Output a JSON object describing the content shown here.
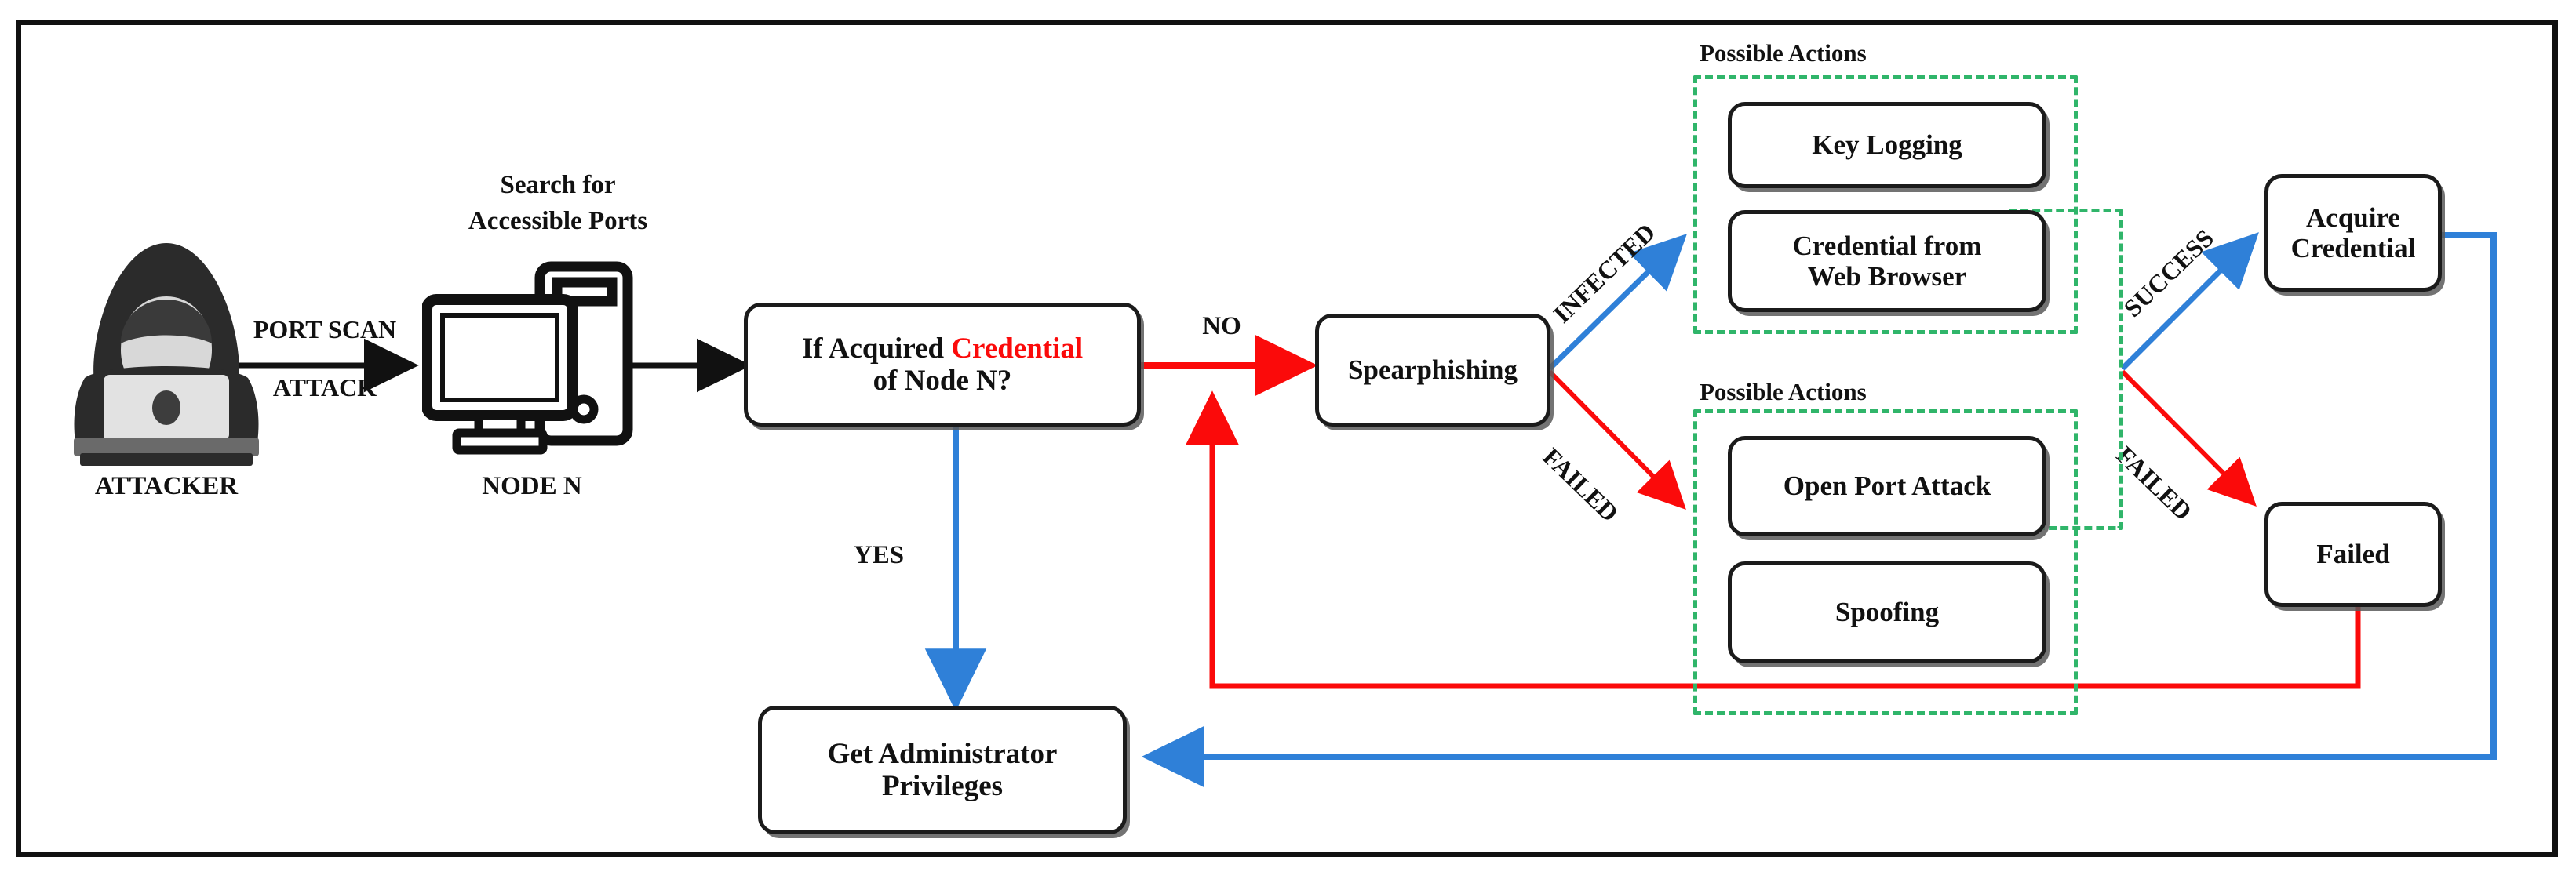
{
  "diagram": {
    "title": "Attacker lateral movement / credential acquisition flowchart",
    "colors": {
      "red": "#fb0a0a",
      "blue": "#2f80d8",
      "green_dashed": "#30b56a",
      "black": "#111111",
      "box_border": "#1b1b1b"
    }
  },
  "icons": {
    "attacker": {
      "name": "hacker-icon",
      "label": "ATTACKER"
    },
    "node": {
      "name": "desktop-computer-icon",
      "label": "NODE N"
    }
  },
  "labels": {
    "port_scan_line1": "PORT SCAN",
    "port_scan_line2": "ATTACK",
    "search_ports_line1": "Search for",
    "search_ports_line2": "Accessible Ports",
    "yes": "YES",
    "no": "NO",
    "infected": "INFECTED",
    "failed_branch": "FAILED",
    "success": "SUCCESS",
    "failed_right": "FAILED",
    "possible_actions": "Possible Actions"
  },
  "nodes": {
    "decision": {
      "text_prefix": "If Acquired ",
      "text_highlight": "Credential",
      "text_suffix": "of  Node N?"
    },
    "spearphishing": {
      "label": "Spearphishing"
    },
    "key_logging": {
      "label": "Key Logging"
    },
    "credential_web_browser": {
      "line1": "Credential from",
      "line2": "Web Browser"
    },
    "open_port_attack": {
      "label": "Open Port Attack"
    },
    "spoofing": {
      "label": "Spoofing"
    },
    "acquire_credential": {
      "line1": "Acquire",
      "line2": "Credential"
    },
    "failed": {
      "label": "Failed"
    },
    "get_admin": {
      "line1": "Get Administrator",
      "line2": "Privileges"
    }
  },
  "groups": {
    "upper": {
      "title": "Possible Actions",
      "members": [
        "Key Logging",
        "Credential from Web Browser"
      ]
    },
    "lower": {
      "title": "Possible Actions",
      "members": [
        "Open Port Attack",
        "Spoofing"
      ]
    }
  },
  "flow": {
    "edges": [
      {
        "from": "ATTACKER",
        "to": "NODE N",
        "label": "PORT SCAN ATTACK",
        "color": "black"
      },
      {
        "from": "NODE N",
        "to": "If Acquired Credential of Node N?",
        "label": "",
        "color": "black"
      },
      {
        "from": "If Acquired Credential of Node N?",
        "to": "Spearphishing",
        "label": "NO",
        "color": "red"
      },
      {
        "from": "If Acquired Credential of Node N?",
        "to": "Get Administrator Privileges",
        "label": "YES",
        "color": "blue"
      },
      {
        "from": "Spearphishing",
        "to": "Possible Actions (upper)",
        "label": "INFECTED",
        "color": "blue"
      },
      {
        "from": "Spearphishing",
        "to": "Possible Actions (lower)",
        "label": "FAILED",
        "color": "red"
      },
      {
        "from": "Possible Actions",
        "to": "Acquire Credential",
        "label": "SUCCESS",
        "color": "blue"
      },
      {
        "from": "Possible Actions",
        "to": "Failed",
        "label": "FAILED",
        "color": "red"
      },
      {
        "from": "Failed",
        "to": "Spearphishing",
        "label": "",
        "color": "red"
      },
      {
        "from": "Acquire Credential",
        "to": "Get Administrator Privileges",
        "label": "",
        "color": "blue"
      }
    ]
  }
}
